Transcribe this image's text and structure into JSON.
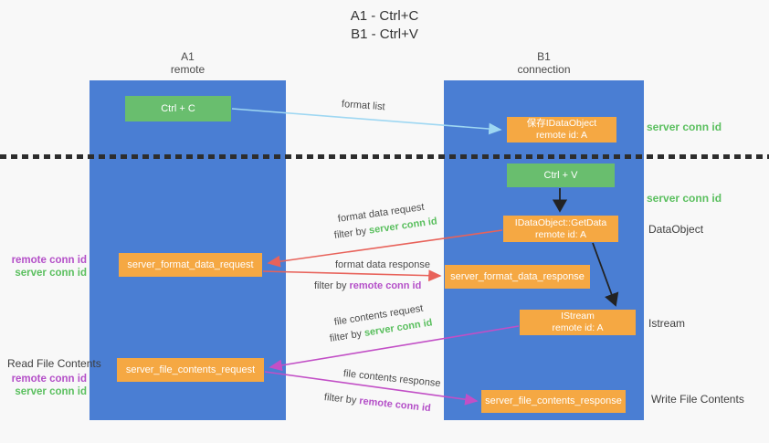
{
  "title": {
    "line1": "A1 - Ctrl+C",
    "line2": "B1 - Ctrl+V"
  },
  "lanes": [
    {
      "name": "A1",
      "sub": "remote"
    },
    {
      "name": "B1",
      "sub": "connection"
    }
  ],
  "nodes": {
    "ctrl_c": "Ctrl + C",
    "ctrl_v": "Ctrl + V",
    "save_idataobject": {
      "line1": "保存IDataObject",
      "line2": "remote id: A"
    },
    "getdata": {
      "line1": "IDataObject::GetData",
      "line2": "remote id: A"
    },
    "istream": {
      "line1": "IStream",
      "line2": "remote id: A"
    },
    "format_request": "server_format_data_request",
    "format_response": "server_format_data_response",
    "file_request": "server_file_contents_request",
    "file_response": "server_file_contents_response"
  },
  "edges": {
    "format_list": {
      "label": "format list"
    },
    "format_data_request": {
      "label": "format data request",
      "filter_prefix": "filter by",
      "filter_key": "server conn id"
    },
    "format_data_response": {
      "label": "format data response",
      "filter_prefix": "filter by",
      "filter_key": "remote conn id"
    },
    "file_contents_request": {
      "label": "file contents request",
      "filter_prefix": "filter by",
      "filter_key": "server conn id"
    },
    "file_contents_response": {
      "label": "file contents response",
      "filter_prefix": "filter by",
      "filter_key": "remote conn id"
    }
  },
  "side_labels": {
    "right_top_server_conn_id": "server conn id",
    "right_mid_server_conn_id": "server conn id",
    "right_dataobject": "DataObject",
    "right_istream": "Istream",
    "right_write_file_contents": "Write File Contents",
    "left_read_file_contents": "Read File Contents",
    "left_upper_remote_conn_id": "remote conn id",
    "left_upper_server_conn_id": "server conn id",
    "left_lower_remote_conn_id": "remote conn id",
    "left_lower_server_conn_id": "server conn id"
  },
  "colors": {
    "lane_blue": "#4a7ed3",
    "node_orange": "#f5a843",
    "node_green": "#69be6e",
    "accent_green_text": "#5abf5e",
    "accent_purple_text": "#b44fc8",
    "arrow_red": "#e8625a",
    "arrow_magenta": "#c24fc6",
    "arrow_lightblue": "#9ed7f2",
    "arrow_black": "#222222"
  }
}
